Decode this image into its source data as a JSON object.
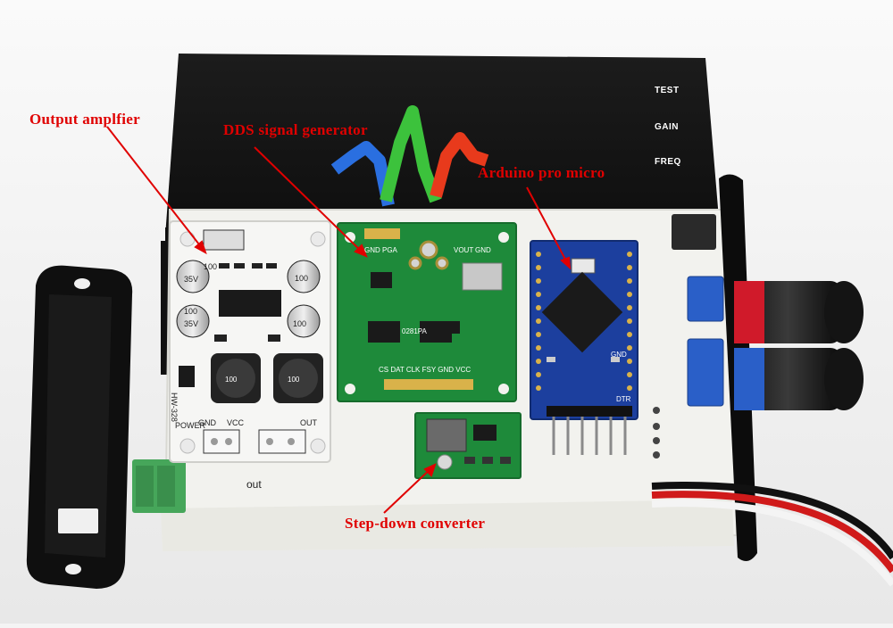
{
  "photo": {
    "subject": "DIY signal generator assembly on white PCB"
  },
  "enclosure_panel": {
    "labels": [
      "TEST",
      "GAIN",
      "FREQ"
    ]
  },
  "callouts": {
    "output_amplifier": "Output amplfier",
    "dds_generator": "DDS signal generator",
    "arduino": "Arduino pro micro",
    "step_down": "Step-down converter"
  },
  "silkscreen": {
    "amp_board_id": "HW-328",
    "amp_power": "POWER",
    "amp_gnd": "GND",
    "amp_vcc": "VCC",
    "amp_out": "OUT",
    "cap_value": "100",
    "cap_voltage": "35V",
    "inductor_value": "100",
    "dds_top_gnd": "GND",
    "dds_top_pga": "PGA",
    "dds_top_vout": "VOUT",
    "dds_top_gnd2": "GND",
    "dds_bottom": "CS DAT CLK FSY GND VCC",
    "dds_chip": "0281PA",
    "base_out": "out",
    "arduino_dtr": "DTR",
    "arduino_gnd": "GND"
  },
  "colors": {
    "callout_red": "#e00000",
    "pcb_white": "#f2f2ee",
    "dds_green": "#1e8a3a",
    "arduino_blue": "#1c3f9e",
    "enclosure_black": "#141414",
    "logo_blue": "#2a6fe0",
    "logo_green": "#3cc23c",
    "logo_red": "#e83a1c"
  }
}
